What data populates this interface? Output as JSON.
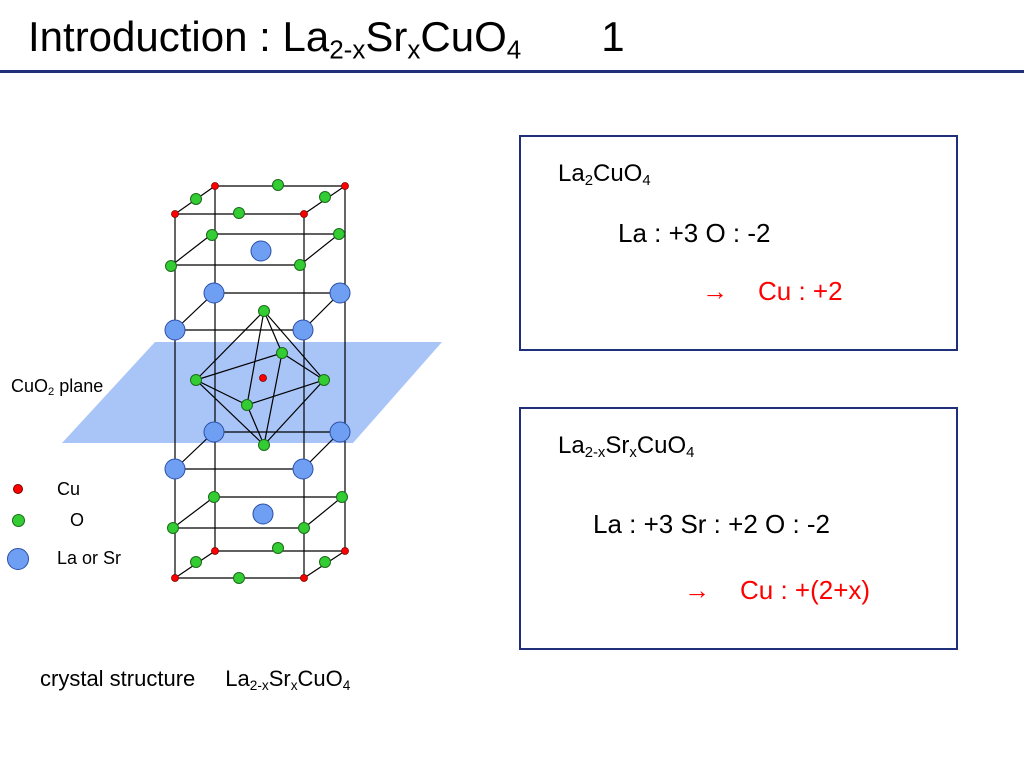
{
  "title": {
    "prefix": "Introduction : ",
    "formula": {
      "a": "La",
      "a_sub": "2-x",
      "b": "Sr",
      "b_sub": "x",
      "c": "CuO",
      "c_sub": "4"
    },
    "slide_number": "1"
  },
  "box1": {
    "formula": {
      "a": "La",
      "a_sub": "2",
      "b": "CuO",
      "b_sub": "4"
    },
    "charges": "La : +3  O : -2",
    "arrow": "→",
    "result": "Cu :  +2"
  },
  "box2": {
    "formula": {
      "a": "La",
      "a_sub": "2-x",
      "b": "Sr",
      "b_sub": "x",
      "c": "CuO",
      "c_sub": "4"
    },
    "charges": "La : +3   Sr : +2   O : -2",
    "arrow": "→",
    "result": "Cu :  +(2+x)"
  },
  "diagram": {
    "plane_label": {
      "a": "CuO",
      "a_sub": "2",
      "b": " plane"
    },
    "legend": [
      {
        "label": "Cu",
        "color": "#ff0000"
      },
      {
        "label": "O",
        "color": "#33cc33"
      },
      {
        "label": "La or Sr",
        "color": "#6f9ff2"
      }
    ]
  },
  "caption": {
    "text": "crystal structure",
    "formula": {
      "a": "La",
      "a_sub": "2-x",
      "b": "Sr",
      "b_sub": "x",
      "c": "CuO",
      "c_sub": "4"
    }
  }
}
